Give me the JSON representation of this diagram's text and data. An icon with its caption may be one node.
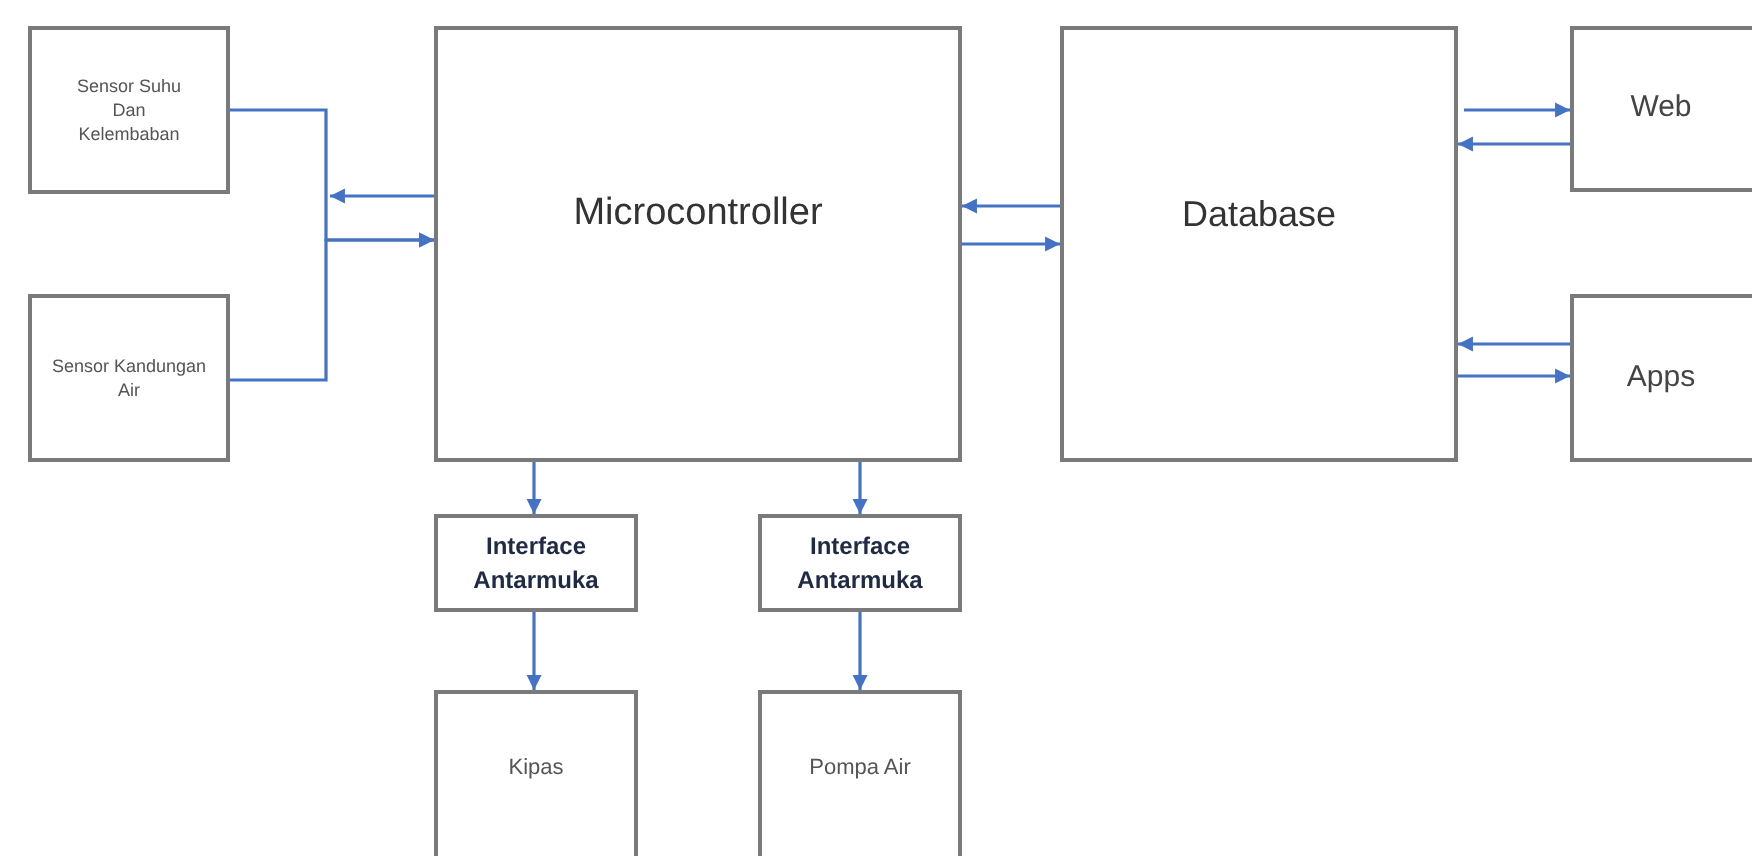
{
  "diagram": {
    "nodes": [
      {
        "text": [
          "Sensor Suhu Dan Kelembaban"
        ]
      },
      {
        "text": [
          "Sensor Kandungan Air"
        ]
      },
      {
        "text": [
          "Microcontroller"
        ]
      },
      {
        "text": [
          "Database"
        ]
      },
      {
        "text": [
          "Web"
        ]
      },
      {
        "text": [
          "Apps"
        ]
      },
      {
        "text": [
          "Interface Antarmuka"
        ]
      },
      {
        "text": [
          "Interface Antarmuka"
        ]
      },
      {
        "text": [
          "Kipas"
        ]
      },
      {
        "text": [
          "Pompa Air"
        ]
      }
    ],
    "edges": [
      {
        "from": 0,
        "to": 2,
        "arrow": "to"
      },
      {
        "from": 1,
        "to": 2,
        "arrow": "to"
      },
      {
        "from": 2,
        "to": null,
        "arrow": "to"
      },
      {
        "from": 3,
        "to": 2,
        "arrow": "to"
      },
      {
        "from": 2,
        "to": 3,
        "arrow": "to"
      },
      {
        "from": 3,
        "to": 4,
        "arrow": "to"
      },
      {
        "from": 4,
        "to": 3,
        "arrow": "to"
      },
      {
        "from": 5,
        "to": 3,
        "arrow": "to"
      },
      {
        "from": 3,
        "to": 5,
        "arrow": "to"
      },
      {
        "from": 2,
        "to": 6,
        "arrow": "to"
      },
      {
        "from": 6,
        "to": 8,
        "arrow": "to"
      },
      {
        "from": 2,
        "to": 7,
        "arrow": "to"
      },
      {
        "from": 7,
        "to": 9,
        "arrow": "to"
      }
    ]
  }
}
